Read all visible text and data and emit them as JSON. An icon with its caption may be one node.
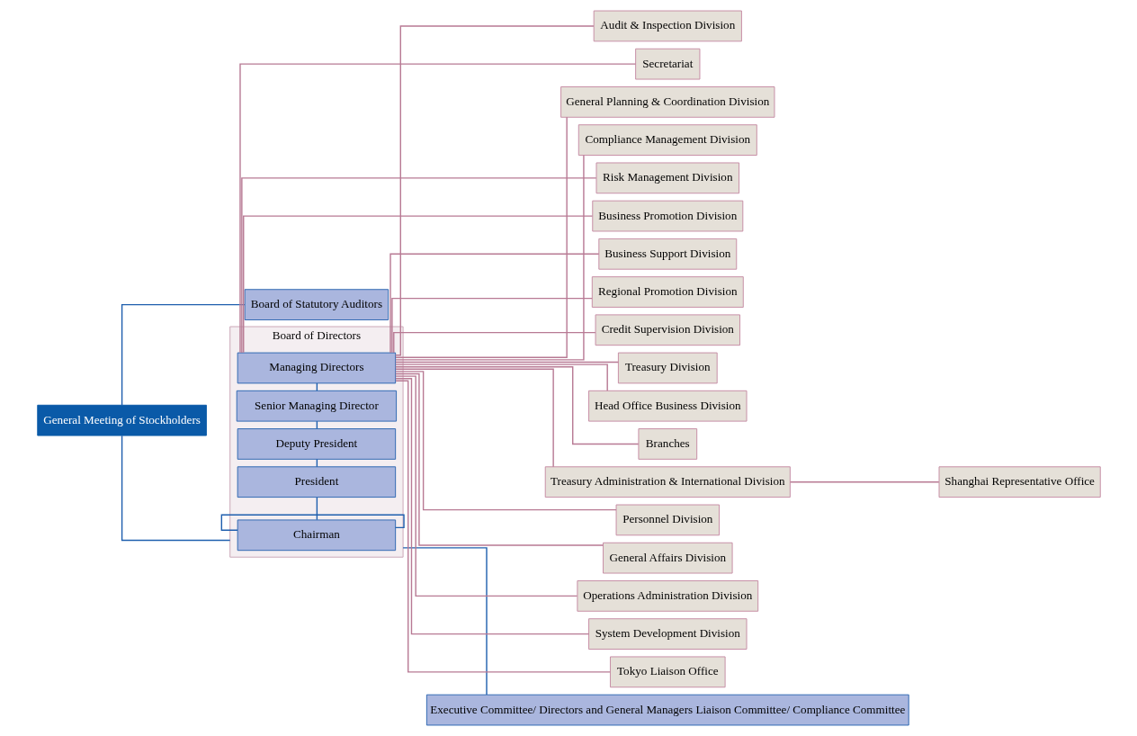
{
  "diagram": {
    "nodes": [
      {
        "text": [
          "General Meeting of Stockholders"
        ]
      },
      {
        "text": [
          "Board of Statutory Auditors"
        ]
      },
      {
        "text": [
          "Board of Directors"
        ]
      },
      {
        "text": [
          "Chairman"
        ],
        "in": 2
      },
      {
        "text": [
          "President"
        ],
        "in": 2
      },
      {
        "text": [
          "Deputy President"
        ],
        "in": 2
      },
      {
        "text": [
          "Senior Managing Director"
        ],
        "in": 2
      },
      {
        "text": [
          "Managing Directors"
        ],
        "in": 2
      },
      {
        "text": [
          "Executive Committee/ Directors and General Managers Liaison Committee/ Compliance Committee"
        ]
      },
      {
        "text": [
          "Secretariat"
        ]
      },
      {
        "text": [
          "General Planning & Coordination Division"
        ]
      },
      {
        "text": [
          "Compliance Management Division"
        ]
      },
      {
        "text": [
          "Risk Management Division"
        ]
      },
      {
        "text": [
          "Business Promotion Division"
        ]
      },
      {
        "text": [
          "Business Support Division"
        ]
      },
      {
        "text": [
          "Regional Promotion Division"
        ]
      },
      {
        "text": [
          "Credit Supervision Division"
        ]
      },
      {
        "text": [
          "Treasury Division"
        ]
      },
      {
        "text": [
          "Head Office Business Division"
        ]
      },
      {
        "text": [
          "Branches"
        ]
      },
      {
        "text": [
          "Treasury Administration & International Division"
        ]
      },
      {
        "text": [
          "Shanghai Representative Office"
        ]
      },
      {
        "text": [
          "Personnel Division"
        ]
      },
      {
        "text": [
          "General Affairs Division"
        ]
      },
      {
        "text": [
          "Operations Administration Division"
        ]
      },
      {
        "text": [
          "System Development Division"
        ]
      },
      {
        "text": [
          "Tokyo Liaison Office"
        ]
      },
      {
        "text": [
          "Audit & Inspection Division"
        ]
      }
    ],
    "edges": [
      {
        "from": 0,
        "to": 1,
        "arrow": "none",
        "color": "#1f5fae"
      },
      {
        "from": 0,
        "to": 2,
        "arrow": "none",
        "color": "#1f5fae"
      },
      {
        "from": 2,
        "to": 8,
        "arrow": "none",
        "color": "#1f5fae"
      },
      {
        "from": 2,
        "to": 3,
        "arrow": "none",
        "color": "#1f5fae"
      },
      {
        "from": 3,
        "to": 4,
        "arrow": "none",
        "color": "#1f5fae"
      },
      {
        "from": 4,
        "to": 5,
        "arrow": "none",
        "color": "#1f5fae"
      },
      {
        "from": 5,
        "to": 6,
        "arrow": "none",
        "color": "#1f5fae"
      },
      {
        "from": 6,
        "to": 7,
        "arrow": "none",
        "color": "#1f5fae"
      },
      {
        "from": 7,
        "to": 9,
        "arrow": "none"
      },
      {
        "from": 7,
        "to": 10,
        "arrow": "none"
      },
      {
        "from": 7,
        "to": 11,
        "arrow": "none"
      },
      {
        "from": 7,
        "to": 12,
        "arrow": "none"
      },
      {
        "from": 7,
        "to": 13,
        "arrow": "none"
      },
      {
        "from": 7,
        "to": 14,
        "arrow": "none"
      },
      {
        "from": 7,
        "to": 15,
        "arrow": "none"
      },
      {
        "from": 7,
        "to": 16,
        "arrow": "none"
      },
      {
        "from": 7,
        "to": 17,
        "arrow": "none"
      },
      {
        "from": 7,
        "to": 18,
        "arrow": "none"
      },
      {
        "from": 7,
        "to": 19,
        "arrow": "none"
      },
      {
        "from": 7,
        "to": 20,
        "arrow": "none"
      },
      {
        "from": 20,
        "to": 21,
        "arrow": "none"
      },
      {
        "from": 7,
        "to": 22,
        "arrow": "none"
      },
      {
        "from": 7,
        "to": 23,
        "arrow": "none"
      },
      {
        "from": 7,
        "to": 24,
        "arrow": "none"
      },
      {
        "from": 7,
        "to": 25,
        "arrow": "none"
      },
      {
        "from": 7,
        "to": 26,
        "arrow": "none"
      },
      {
        "from": 7,
        "to": 27,
        "arrow": "none"
      }
    ]
  }
}
